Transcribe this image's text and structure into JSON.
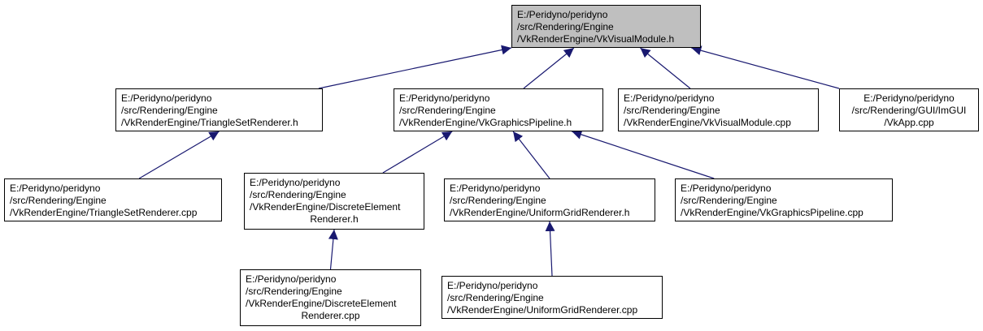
{
  "colors": {
    "node_border": "#000000",
    "root_fill": "#bfbfbf",
    "edge": "#191970"
  },
  "nodes": {
    "root": {
      "lines": [
        "E:/Peridyno/peridyno",
        "/src/Rendering/Engine",
        "/VkRenderEngine/VkVisualModule.h"
      ]
    },
    "triangle_h": {
      "lines": [
        "E:/Peridyno/peridyno",
        "/src/Rendering/Engine",
        "/VkRenderEngine/TriangleSetRenderer.h"
      ]
    },
    "pipeline_h": {
      "lines": [
        "E:/Peridyno/peridyno",
        "/src/Rendering/Engine",
        "/VkRenderEngine/VkGraphicsPipeline.h"
      ]
    },
    "visual_cpp": {
      "lines": [
        "E:/Peridyno/peridyno",
        "/src/Rendering/Engine",
        "/VkRenderEngine/VkVisualModule.cpp"
      ]
    },
    "vkapp_cpp": {
      "lines": [
        "E:/Peridyno/peridyno",
        "/src/Rendering/GUI/ImGUI",
        "/VkApp.cpp"
      ]
    },
    "triangle_cpp": {
      "lines": [
        "E:/Peridyno/peridyno",
        "/src/Rendering/Engine",
        "/VkRenderEngine/TriangleSetRenderer.cpp"
      ]
    },
    "discrete_h": {
      "lines": [
        "E:/Peridyno/peridyno",
        "/src/Rendering/Engine",
        "/VkRenderEngine/DiscreteElement",
        "Renderer.h"
      ]
    },
    "grid_h": {
      "lines": [
        "E:/Peridyno/peridyno",
        "/src/Rendering/Engine",
        "/VkRenderEngine/UniformGridRenderer.h"
      ]
    },
    "pipeline_cpp": {
      "lines": [
        "E:/Peridyno/peridyno",
        "/src/Rendering/Engine",
        "/VkRenderEngine/VkGraphicsPipeline.cpp"
      ]
    },
    "discrete_cpp": {
      "lines": [
        "E:/Peridyno/peridyno",
        "/src/Rendering/Engine",
        "/VkRenderEngine/DiscreteElement",
        "Renderer.cpp"
      ]
    },
    "grid_cpp": {
      "lines": [
        "E:/Peridyno/peridyno",
        "/src/Rendering/Engine",
        "/VkRenderEngine/UniformGridRenderer.cpp"
      ]
    }
  },
  "edges": [
    [
      "triangle_h",
      "root"
    ],
    [
      "pipeline_h",
      "root"
    ],
    [
      "visual_cpp",
      "root"
    ],
    [
      "vkapp_cpp",
      "root"
    ],
    [
      "triangle_cpp",
      "triangle_h"
    ],
    [
      "discrete_h",
      "pipeline_h"
    ],
    [
      "grid_h",
      "pipeline_h"
    ],
    [
      "pipeline_cpp",
      "pipeline_h"
    ],
    [
      "discrete_cpp",
      "discrete_h"
    ],
    [
      "grid_cpp",
      "grid_h"
    ]
  ]
}
